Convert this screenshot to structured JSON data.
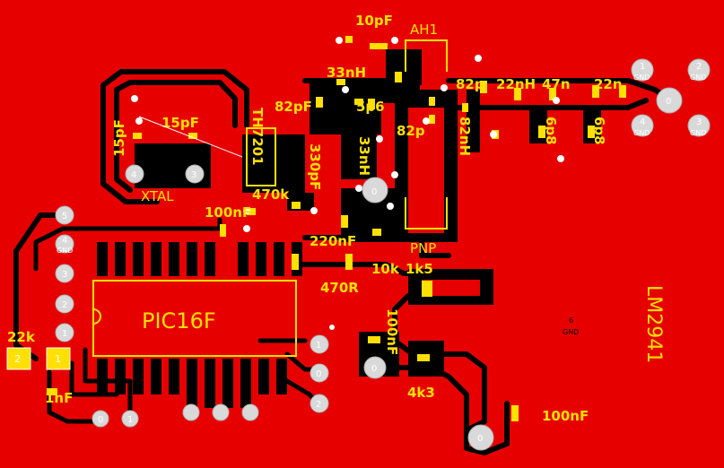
{
  "board": {
    "background_color": "#e60000",
    "copper_gap_color": "#000000",
    "silkscreen_color": "#ffe000",
    "pad_color": "#ffe000",
    "hole_color": "#d9d9d9"
  },
  "labels": {
    "c_10pf": "10pF",
    "ant": "AH1",
    "l_33nh": "33nH",
    "c_82pf": "82pF",
    "c_5p6": "5p6",
    "c_82p_top": "82p",
    "l_22nh": "22nH",
    "l_47n": "47n",
    "l_22n": "22n",
    "c_15pf_left": "15pF",
    "c_15pf_top": "15pF",
    "ic_th7201": "TH7201",
    "c_330pf": "330pF",
    "l_33nh_v": "33nH",
    "c_82p_mid": "82p",
    "l_82nh": "82nH",
    "c_6p8_a": "6p8",
    "c_6p8_b": "6p8",
    "xtal": "XTAL",
    "r_470k": "470k",
    "c_100nf_top": "100nF",
    "c_220nf": "220nF",
    "q_pnp": "PNP",
    "r_10k": "10k",
    "r_1k5": "1k5",
    "r_470r": "470R",
    "ic_pic": "PIC16F",
    "ic_lm": "LM2941",
    "c_100nf_v": "100nF",
    "r_22k": "22k",
    "c_1nf": "1nF",
    "r_4k3": "4k3",
    "c_100nf_bot": "100nF"
  },
  "pins": {
    "p1": "1",
    "p2": "2",
    "p3": "3",
    "p4": "4",
    "p5": "5",
    "p6": "6",
    "p0": "0",
    "gnd": "GND"
  }
}
